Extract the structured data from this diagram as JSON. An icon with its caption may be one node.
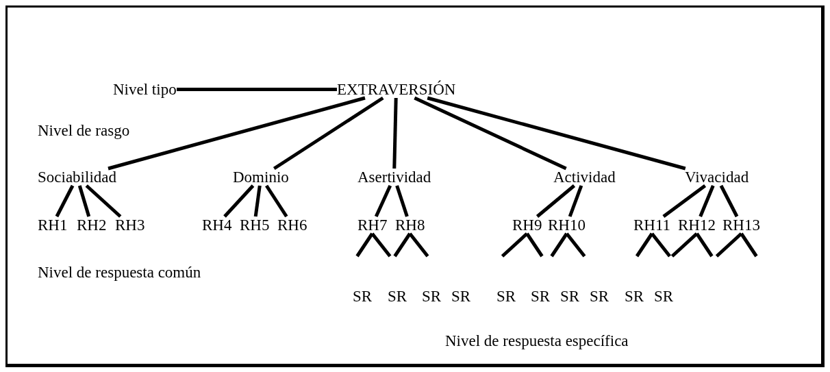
{
  "diagram": {
    "nodes": [
      {
        "text": [
          "Nivel tipo"
        ]
      },
      {
        "text": [
          "EXTRAVERSIÓN"
        ]
      },
      {
        "text": [
          "Sociabilidad"
        ]
      },
      {
        "text": [
          "Dominio"
        ]
      },
      {
        "text": [
          "Asertividad"
        ]
      },
      {
        "text": [
          "Actividad"
        ]
      },
      {
        "text": [
          "Vivacidad"
        ]
      },
      {
        "text": [
          "RH1"
        ]
      },
      {
        "text": [
          "RH2"
        ]
      },
      {
        "text": [
          "RH3"
        ]
      },
      {
        "text": [
          "RH4"
        ]
      },
      {
        "text": [
          "RH5"
        ]
      },
      {
        "text": [
          "RH6"
        ]
      },
      {
        "text": [
          "RH7"
        ]
      },
      {
        "text": [
          "RH8"
        ]
      },
      {
        "text": [
          "RH9"
        ]
      },
      {
        "text": [
          "RH10"
        ]
      },
      {
        "text": [
          "RH11"
        ]
      },
      {
        "text": [
          "RH12"
        ]
      },
      {
        "text": [
          "RH13"
        ]
      }
    ],
    "edges": [
      {
        "from": 0,
        "to": 1,
        "arrow": "none"
      },
      {
        "from": 1,
        "to": 2,
        "arrow": "none"
      },
      {
        "from": 1,
        "to": 3,
        "arrow": "none"
      },
      {
        "from": 1,
        "to": 4,
        "arrow": "none"
      },
      {
        "from": 1,
        "to": 5,
        "arrow": "none"
      },
      {
        "from": 1,
        "to": 6,
        "arrow": "none"
      },
      {
        "from": 2,
        "to": 7,
        "arrow": "none"
      },
      {
        "from": 2,
        "to": 8,
        "arrow": "none"
      },
      {
        "from": 2,
        "to": 9,
        "arrow": "none"
      },
      {
        "from": 3,
        "to": 10,
        "arrow": "none"
      },
      {
        "from": 3,
        "to": 11,
        "arrow": "none"
      },
      {
        "from": 3,
        "to": 12,
        "arrow": "none"
      },
      {
        "from": 4,
        "to": 13,
        "arrow": "none"
      },
      {
        "from": 4,
        "to": 14,
        "arrow": "none"
      },
      {
        "from": 5,
        "to": 15,
        "arrow": "none"
      },
      {
        "from": 5,
        "to": 16,
        "arrow": "none"
      },
      {
        "from": 6,
        "to": 17,
        "arrow": "none"
      },
      {
        "from": 6,
        "to": 18,
        "arrow": "none"
      },
      {
        "from": 6,
        "to": 19,
        "arrow": "none"
      },
      {
        "from": 13,
        "to": null,
        "arrow": "none"
      },
      {
        "from": 13,
        "to": null,
        "arrow": "none"
      },
      {
        "from": 14,
        "to": null,
        "arrow": "none"
      },
      {
        "from": 14,
        "to": null,
        "arrow": "none"
      },
      {
        "from": 15,
        "to": null,
        "arrow": "none"
      },
      {
        "from": 15,
        "to": null,
        "arrow": "none"
      },
      {
        "from": 16,
        "to": null,
        "arrow": "none"
      },
      {
        "from": 16,
        "to": null,
        "arrow": "none"
      },
      {
        "from": 17,
        "to": null,
        "arrow": "none"
      },
      {
        "from": 17,
        "to": null,
        "arrow": "none"
      },
      {
        "from": 18,
        "to": null,
        "arrow": "none"
      },
      {
        "from": 18,
        "to": null,
        "arrow": "none"
      },
      {
        "from": 19,
        "to": null,
        "arrow": "none"
      },
      {
        "from": 19,
        "to": null,
        "arrow": "none"
      }
    ],
    "labels": [
      "Nivel de rasgo",
      "Nivel de respuesta común",
      "SR",
      "SR",
      "SR",
      "SR",
      "SR",
      "SR",
      "SR",
      "SR",
      "SR",
      "SR",
      "Nivel de respuesta específica"
    ]
  }
}
